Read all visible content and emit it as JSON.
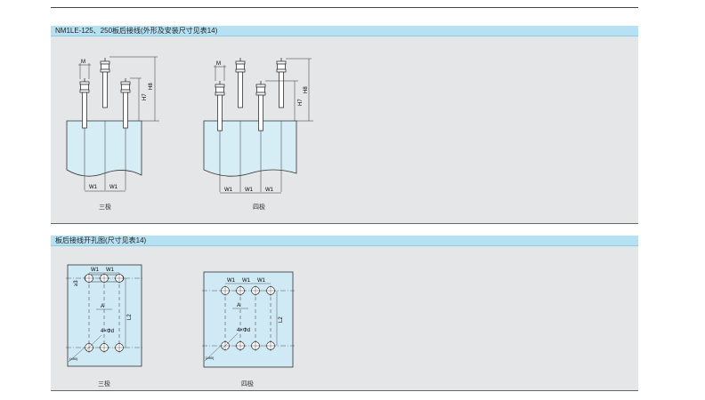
{
  "section1": {
    "title": "NM1LE-125、250板后接线(外形及安装尺寸见表14)",
    "labels": {
      "M": "M",
      "H7": "H7",
      "H8": "H8",
      "W1": "W1"
    },
    "captions": {
      "three_pole": "三极",
      "four_pole": "四极"
    }
  },
  "section2": {
    "title": "板后接线开孔图(尺寸见表14)",
    "labels": {
      "W1": "W1",
      "A": "A",
      "L2": "L2",
      "holes": "4×Φd",
      "dim3": "≥3",
      "r80": "(≥80)"
    },
    "captions": {
      "three_pole": "三极",
      "four_pole": "四极"
    }
  },
  "colors": {
    "bar": "#b6e1f2",
    "panel": "#e4e6e8",
    "body": "#d6edf6",
    "plate": "#cfe9f5",
    "line": "#333333"
  }
}
